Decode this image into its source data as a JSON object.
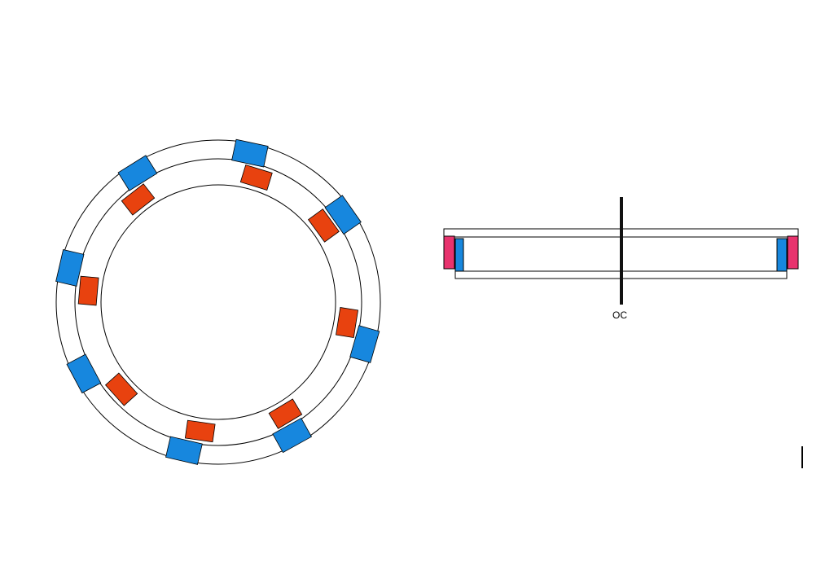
{
  "diagram": {
    "axis_label": "OC",
    "ring_view": {
      "outer_magnet_count": 8,
      "inner_magnet_count": 8
    },
    "colors": {
      "background": "#ffffff",
      "outline": "#000000",
      "outer_magnet": "#1787de",
      "inner_magnet": "#e8420f",
      "side_magnet": "#e8336e",
      "axis": "#111111"
    }
  }
}
